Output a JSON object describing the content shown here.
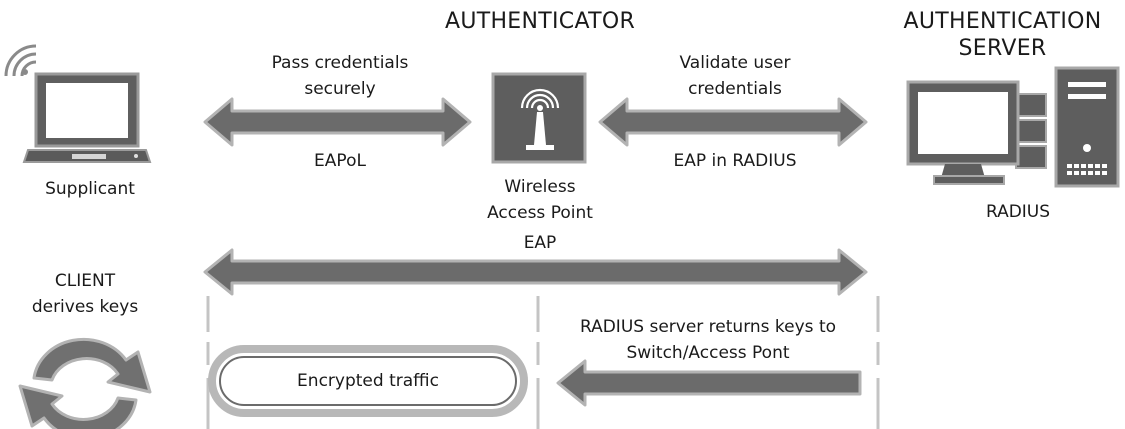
{
  "headers": {
    "authenticator": "AUTHENTICATOR",
    "auth_server": "AUTHENTICATION\nSERVER"
  },
  "labels": {
    "supplicant": "Supplicant",
    "access_point": "Wireless\nAccess Point",
    "radius": "RADIUS",
    "pass_credentials": "Pass credentials\nsecurely",
    "validate_credentials": "Validate user\ncredentials",
    "eapol": "EAPoL",
    "eap_in_radius": "EAP in RADIUS",
    "eap": "EAP",
    "client_derives": "CLIENT\nderives keys",
    "radius_returns": "RADIUS server returns keys to\nSwitch/Access Pont",
    "encrypted_traffic": "Encrypted traffic"
  },
  "icons": {
    "laptop": "laptop-icon",
    "access_point": "wireless-access-point-icon",
    "server": "desktop-server-icon",
    "cycle": "refresh-cycle-icon"
  },
  "colors": {
    "arrow_fill": "#6b6b6b",
    "arrow_stroke": "#b3b3b3",
    "dark_gray": "#5e5e5e",
    "divider": "#c4c4c4"
  }
}
